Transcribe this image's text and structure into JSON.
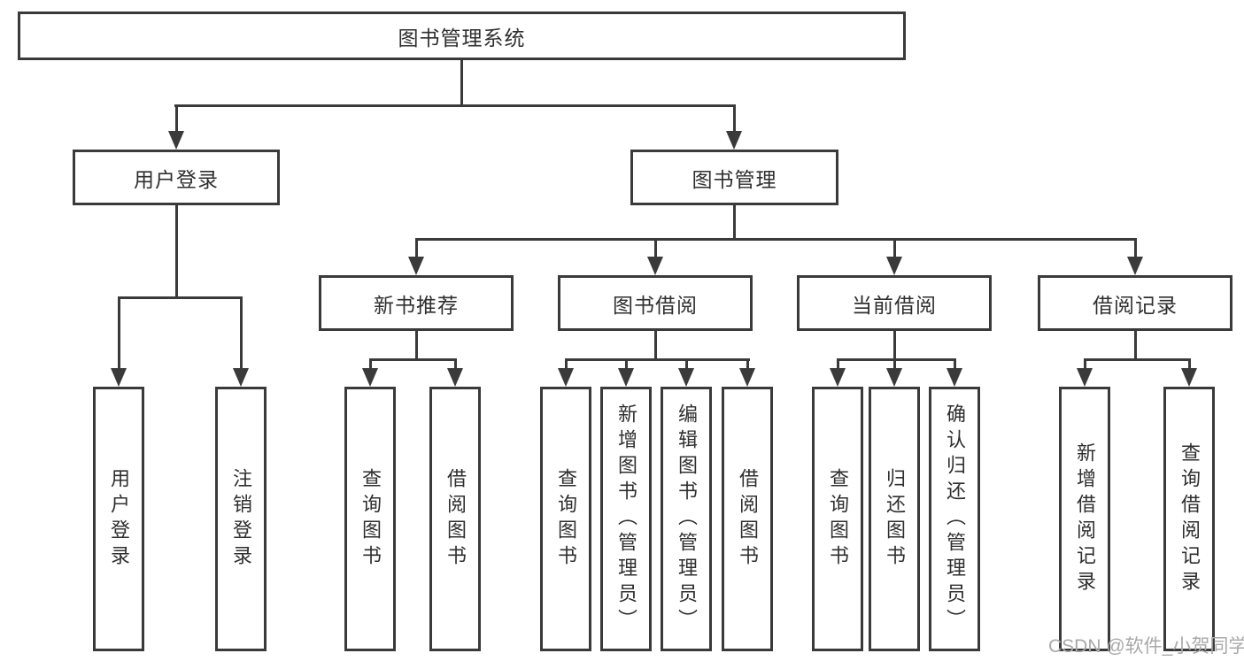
{
  "diagram": {
    "root": {
      "label": "图书管理系统"
    },
    "level2": [
      {
        "id": "user-login",
        "label": "用户登录",
        "parent": "图书管理系统"
      },
      {
        "id": "book-management",
        "label": "图书管理",
        "parent": "图书管理系统"
      }
    ],
    "level3": [
      {
        "id": "new-book-recommend",
        "label": "新书推荐",
        "parent": "图书管理"
      },
      {
        "id": "book-borrow",
        "label": "图书借阅",
        "parent": "图书管理"
      },
      {
        "id": "current-borrow",
        "label": "当前借阅",
        "parent": "图书管理"
      },
      {
        "id": "borrow-record",
        "label": "借阅记录",
        "parent": "图书管理"
      }
    ],
    "leaves": [
      {
        "label": "用户登录",
        "parent": "用户登录"
      },
      {
        "label": "注销登录",
        "parent": "用户登录"
      },
      {
        "label": "查询图书",
        "parent": "新书推荐"
      },
      {
        "label": "借阅图书",
        "parent": "新书推荐"
      },
      {
        "label": "查询图书",
        "parent": "图书借阅"
      },
      {
        "label": "新增图书（管理员）",
        "parent": "图书借阅"
      },
      {
        "label": "编辑图书（管理员）",
        "parent": "图书借阅"
      },
      {
        "label": "借阅图书",
        "parent": "图书借阅"
      },
      {
        "label": "查询图书",
        "parent": "当前借阅"
      },
      {
        "label": "归还图书",
        "parent": "当前借阅"
      },
      {
        "label": "确认归还（管理员）",
        "parent": "当前借阅"
      },
      {
        "label": "新增借阅记录",
        "parent": "借阅记录"
      },
      {
        "label": "查询借阅记录",
        "parent": "借阅记录"
      }
    ],
    "watermark": "CSDN @软件_小贺同学",
    "colors": {
      "line": "#3a3a3a",
      "text": "#2f2f2f",
      "watermark": "#a9a9a9",
      "background": "#ffffff"
    }
  }
}
